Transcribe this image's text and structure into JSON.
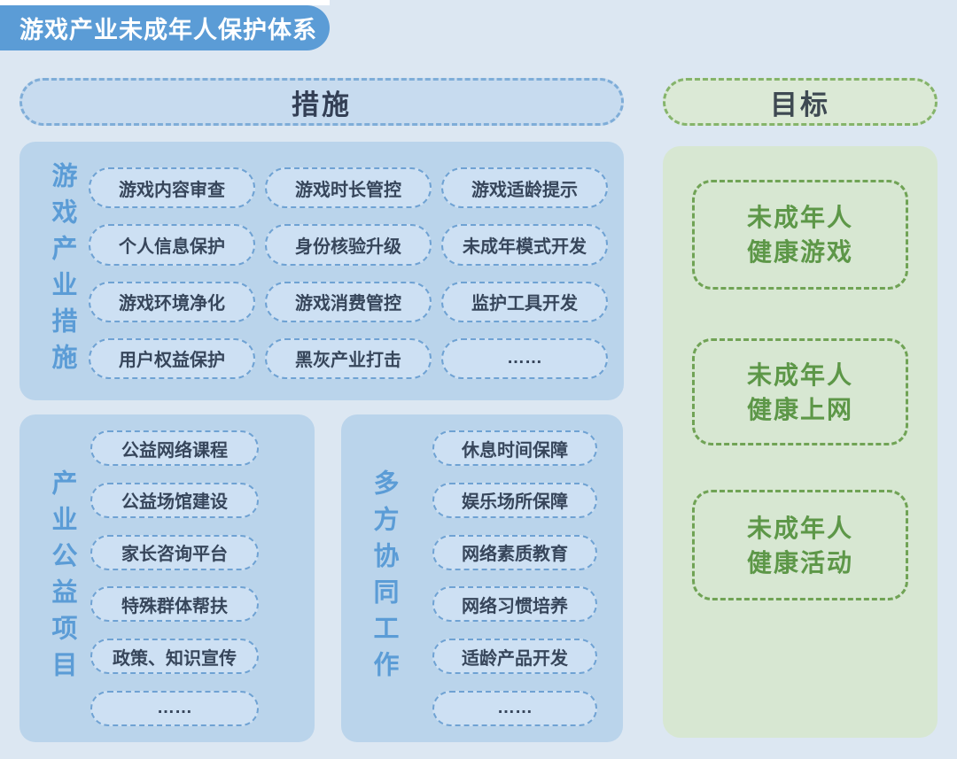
{
  "badge": {
    "title": "游戏产业未成年人保护体系"
  },
  "columns": {
    "measures_header": "措施",
    "goals_header": "目标"
  },
  "sections": [
    {
      "id": "industry-measures",
      "label": "游戏产业措施",
      "items": [
        "游戏内容审查",
        "游戏时长管控",
        "游戏适龄提示",
        "个人信息保护",
        "身份核验升级",
        "未成年模式开发",
        "游戏环境净化",
        "游戏消费管控",
        "监护工具开发",
        "用户权益保护",
        "黑灰产业打击",
        "……"
      ]
    },
    {
      "id": "public-welfare-projects",
      "label": "产业公益项目",
      "items": [
        "公益网络课程",
        "公益场馆建设",
        "家长咨询平台",
        "特殊群体帮扶",
        "政策、知识宣传",
        "……"
      ]
    },
    {
      "id": "multi-party-collaboration",
      "label": "多方协同工作",
      "items": [
        "休息时间保障",
        "娱乐场所保障",
        "网络素质教育",
        "网络习惯培养",
        "适龄产品开发",
        "……"
      ]
    }
  ],
  "goals": [
    {
      "line1": "未成年人",
      "line2": "健康游戏"
    },
    {
      "line1": "未成年人",
      "line2": "健康上网"
    },
    {
      "line1": "未成年人",
      "line2": "健康活动"
    }
  ],
  "colors": {
    "page_background": "#dce7f2",
    "badge_blue": "#5b9cd6",
    "panel_blue": "#bad4eb",
    "pill_fill_blue": "#cde0f3",
    "pill_border_blue": "#6fa2d3",
    "pill_text": "#37465b",
    "vertical_label_blue": "#5b9cd6",
    "goals_panel_green": "#d7e7d2",
    "goal_border_green": "#70a355",
    "goal_text_green": "#5d9748"
  }
}
